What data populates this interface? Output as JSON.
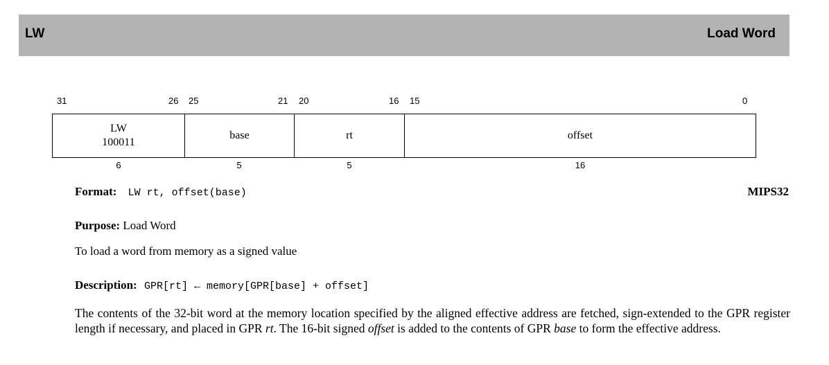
{
  "header": {
    "mnemonic": "LW",
    "name": "Load Word"
  },
  "encoding": {
    "bit_numbers": [
      "31",
      "26",
      "25",
      "21",
      "20",
      "16",
      "15",
      "0"
    ],
    "fields": [
      {
        "line1": "LW",
        "line2": "100011",
        "width": "6"
      },
      {
        "line1": "base",
        "width": "5"
      },
      {
        "line1": "rt",
        "width": "5"
      },
      {
        "line1": "offset",
        "width": "16"
      }
    ]
  },
  "format": {
    "label": "Format:",
    "syntax": "LW rt, offset(base)",
    "isa": "MIPS32"
  },
  "purpose": {
    "label": "Purpose:",
    "text": "Load Word",
    "detail": "To load a word from memory as a signed value"
  },
  "description": {
    "label": "Description:",
    "expr": "GPR[rt] ← memory[GPR[base] + offset]",
    "p1": "The contents of the 32-bit word at the memory location specified by the aligned effective address are fetched, sign-extended to the GPR register length if necessary, and placed in GPR ",
    "rt": "rt",
    "p2": ". The 16-bit signed ",
    "offset": "offset",
    "p3": " is added to the contents of GPR ",
    "base": "base",
    "p4": " to form the effective address."
  }
}
